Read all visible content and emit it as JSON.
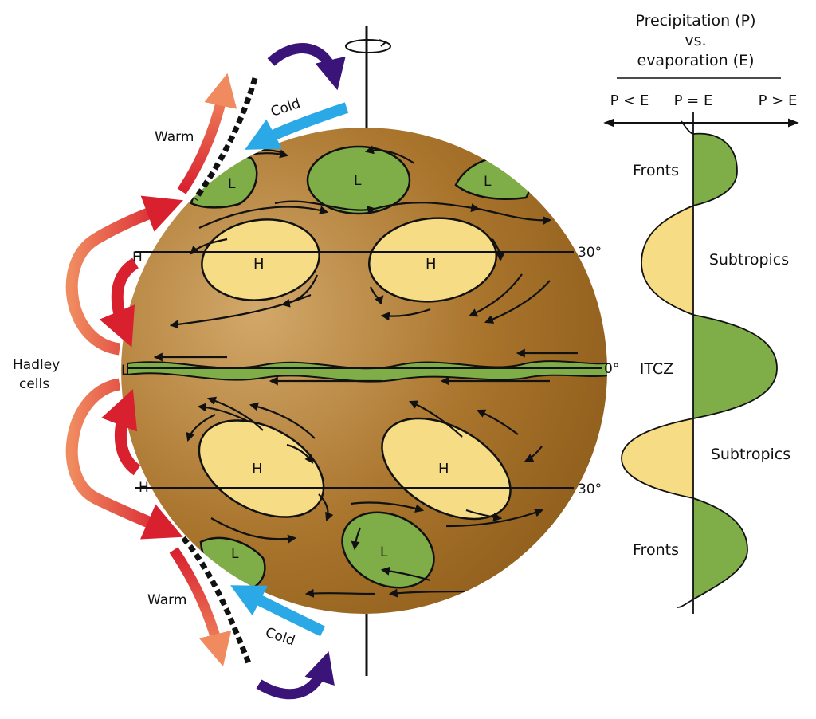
{
  "colors": {
    "globe_light": "#d2a86a",
    "globe_dark": "#8a5a18",
    "low_pressure": "#7fae48",
    "high_pressure": "#f6dc85",
    "warm_arrow": "#d8202f",
    "warm_fade": "#f08a5f",
    "cold_arrow": "#2aa9e6",
    "rotation_arrow": "#3a1479",
    "line": "#111111"
  },
  "globe": {
    "labels": {
      "low_north_left": "L",
      "low_north_center": "L",
      "low_north_right": "L",
      "high_north_left": "H",
      "high_north_right": "H",
      "high_south_left": "H",
      "high_south_right": "H",
      "low_south_left": "L",
      "low_south_center": "L"
    },
    "latitudes": {
      "north_30": "30°",
      "equator": "0°",
      "south_30": "30°"
    }
  },
  "left_side": {
    "warm_top": "Warm",
    "cold_top": "Cold",
    "warm_bottom": "Warm",
    "cold_bottom": "Cold",
    "hadley_line1": "Hadley",
    "hadley_line2": "cells",
    "h_north": "H",
    "l_equator": "L",
    "h_south": "H"
  },
  "pe_chart": {
    "title_line1": "Precipitation (P)",
    "title_line2": "vs.",
    "title_line3": "evaporation (E)",
    "axis_left": "P < E",
    "axis_center": "P = E",
    "axis_right": "P > E",
    "zones": {
      "fronts_north": "Fronts",
      "subtropics_north": "Subtropics",
      "itcz": "ITCZ",
      "subtropics_south": "Subtropics",
      "fronts_south": "Fronts"
    }
  }
}
